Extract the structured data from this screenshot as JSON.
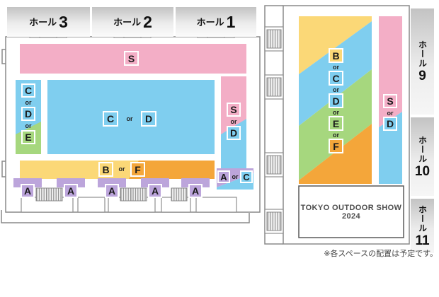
{
  "or_label": "or",
  "halls_top": [
    {
      "prefix": "ホール",
      "number": "3"
    },
    {
      "prefix": "ホール",
      "number": "2"
    },
    {
      "prefix": "ホール",
      "number": "1"
    }
  ],
  "halls_right": [
    {
      "prefix": "ホール",
      "number": "9"
    },
    {
      "prefix": "ホール",
      "number": "10"
    },
    {
      "prefix": "ホール",
      "number": "11"
    }
  ],
  "left_building": {
    "s_zone_label": "S",
    "left_column_letters": [
      "C",
      "D",
      "E"
    ],
    "center_letters": [
      "C",
      "D"
    ],
    "right_column_letters": [
      "S",
      "D"
    ],
    "strip_letters": [
      "B",
      "F"
    ],
    "entrance_label": "A",
    "corner_letters": [
      "A",
      "C"
    ]
  },
  "right_building": {
    "main_letters": [
      "B",
      "C",
      "D",
      "E",
      "F"
    ],
    "column_letters": [
      "S",
      "D"
    ],
    "title": "TOKYO OUTDOOR SHOW 2024"
  },
  "footnote": "※各スペースの配置は予定です。",
  "colors": {
    "pink": "#F3AEC6",
    "blue": "#7FCEEF",
    "green": "#A6D77E",
    "yellow": "#FBD877",
    "orange": "#F4A63A",
    "purple": "#BCA5DB",
    "outline_gray": "#8A8A8A",
    "header_gray": "#C3C3C3"
  }
}
